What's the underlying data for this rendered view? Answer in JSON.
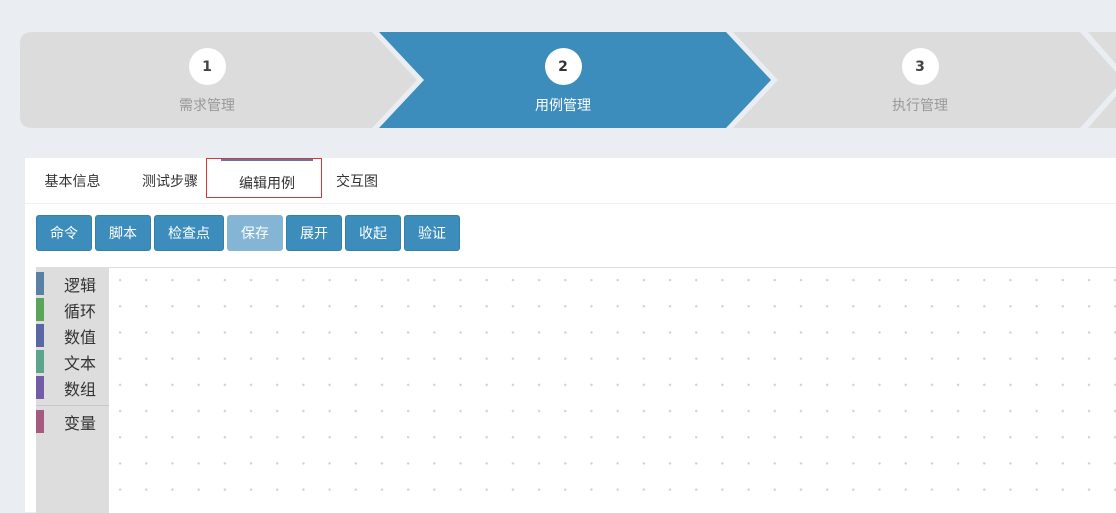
{
  "wizard": {
    "steps": [
      {
        "number": "1",
        "label": "需求管理",
        "active": false
      },
      {
        "number": "2",
        "label": "用例管理",
        "active": true
      },
      {
        "number": "3",
        "label": "执行管理",
        "active": false
      }
    ],
    "colors": {
      "active": "#3c8dbc",
      "inactive": "#dcdcdc"
    }
  },
  "tabs": [
    {
      "label": "基本信息"
    },
    {
      "label": "测试步骤"
    },
    {
      "label": "编辑用例",
      "active": true
    },
    {
      "label": "交互图"
    }
  ],
  "toolbar": {
    "buttons": [
      {
        "label": "命令"
      },
      {
        "label": "脚本"
      },
      {
        "label": "检查点"
      },
      {
        "label": "保存",
        "disabled": true
      },
      {
        "label": "展开"
      },
      {
        "label": "收起"
      },
      {
        "label": "验证"
      }
    ]
  },
  "toolbox": {
    "categories": [
      {
        "label": "逻辑",
        "color": "#5b80a5"
      },
      {
        "label": "循环",
        "color": "#5ba55b"
      },
      {
        "label": "数值",
        "color": "#5b67a5"
      },
      {
        "label": "文本",
        "color": "#5ba58c"
      },
      {
        "label": "数组",
        "color": "#745ba5"
      },
      {
        "label": "变量",
        "color": "#a55b80"
      }
    ]
  }
}
